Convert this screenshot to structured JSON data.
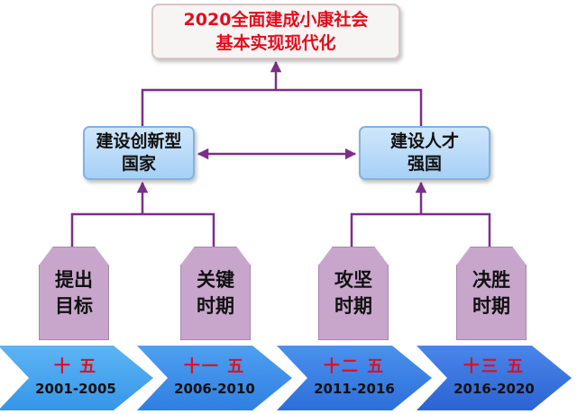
{
  "goal": {
    "line1": "2020全面建成小康社会",
    "line2": "基本实现现代化"
  },
  "pillars": [
    {
      "line1": "建设创新型",
      "line2": "国家"
    },
    {
      "line1": "建设人才",
      "line2": "强国"
    }
  ],
  "stages": [
    {
      "line1": "提出",
      "line2": "目标"
    },
    {
      "line1": "关键",
      "line2": "时期"
    },
    {
      "line1": "攻坚",
      "line2": "时期"
    },
    {
      "line1": "决胜",
      "line2": "时期"
    }
  ],
  "periods": [
    {
      "plan": "十 五",
      "years": "2001-2005"
    },
    {
      "plan": "十一 五",
      "years": "2006-2010"
    },
    {
      "plan": "十二 五",
      "years": "2011-2016"
    },
    {
      "plan": "十三 五",
      "years": "2016-2020"
    }
  ],
  "colors": {
    "connector": "#7b2f87",
    "goal_text": "#e30d1c",
    "plan_text": "#e30d1c"
  }
}
